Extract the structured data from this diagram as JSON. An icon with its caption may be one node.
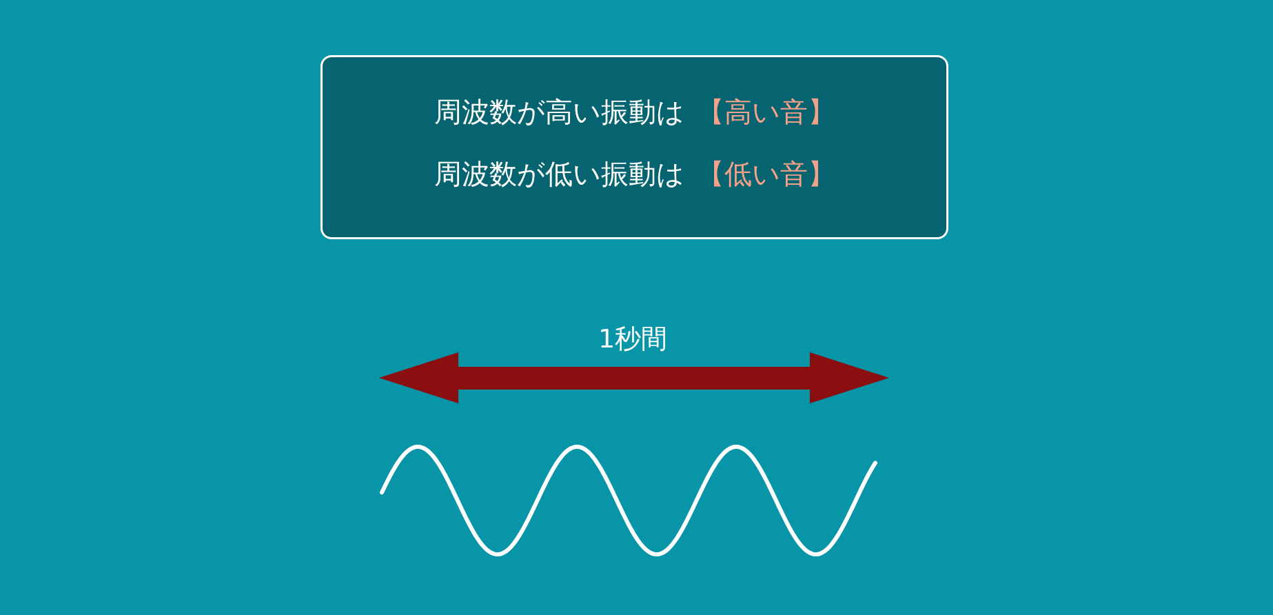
{
  "diagram": {
    "nodes": [
      {
        "text": [
          "周波数が高い振動は",
          "【高い音】",
          "周波数が低い振動は",
          "【低い音】"
        ]
      }
    ],
    "labels": [
      "1秒間"
    ]
  }
}
